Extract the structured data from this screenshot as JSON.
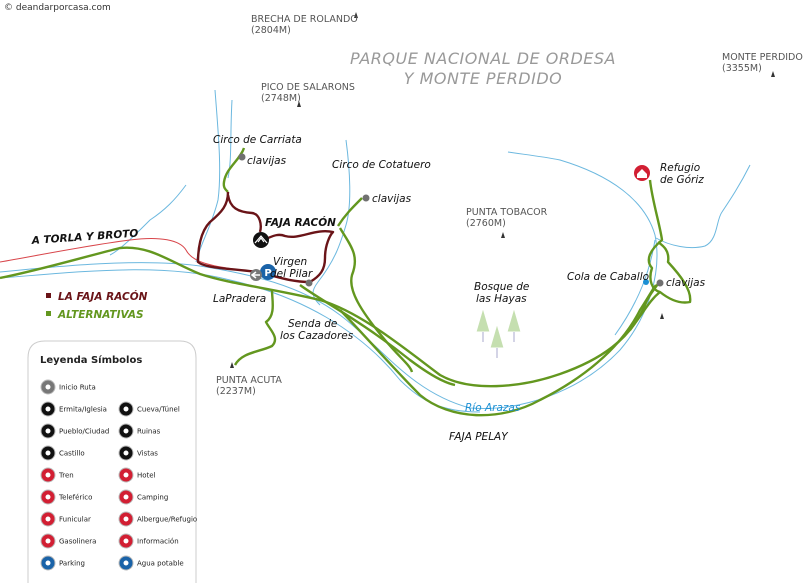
{
  "copyright": "© deandarporcasa.com",
  "park_name": [
    "PARQUE NACIONAL DE ORDESA",
    "Y MONTE PERDIDO"
  ],
  "peaks": {
    "brecha": {
      "name": "BRECHA DE ROLANDO",
      "alt": "(2804M)"
    },
    "salarons": {
      "name": "PICO DE SALARONS",
      "alt": "(2748M)"
    },
    "perdido": {
      "name": "MONTE PERDIDO",
      "alt": "(3355M)"
    },
    "tobacor": {
      "name": "PUNTA TOBACOR",
      "alt": "(2760M)"
    },
    "acuta": {
      "name": "PUNTA ACUTA",
      "alt": "(2237M)"
    }
  },
  "places": {
    "carriata": "Circo de Carriata",
    "cotatuero": "Circo de Cotatuero",
    "clavijas": "clavijas",
    "faja_racon": "FAJA RACÓN",
    "virgen": [
      "Virgen",
      "del Pilar"
    ],
    "pradera": "LaPradera",
    "senda": [
      "Senda de",
      "los Cazadores"
    ],
    "torla": "A TORLA Y BROTO",
    "bosque": [
      "Bosque de",
      "las Hayas"
    ],
    "cola": "Cola de Caballo",
    "refugio": [
      "Refugio",
      "de Góriz"
    ],
    "rio": "Río Arazas",
    "faja_pelay": "FAJA PELAY"
  },
  "routes_legend": [
    {
      "label": "LA FAJA RACÓN",
      "color": "#6a1418"
    },
    {
      "label": "ALTERNATIVAS",
      "color": "#63971f"
    }
  ],
  "legend": {
    "title": "Leyenda Símbolos",
    "left": [
      {
        "label": "Inicio Ruta",
        "icon": "arrow-icon",
        "color": "#777777"
      },
      {
        "label": "Ermita/Iglesia",
        "icon": "church-icon",
        "color": "#111111"
      },
      {
        "label": "Pueblo/Ciudad",
        "icon": "town-icon",
        "color": "#111111"
      },
      {
        "label": "Castillo",
        "icon": "castle-icon",
        "color": "#111111"
      },
      {
        "label": "Tren",
        "icon": "train-icon",
        "color": "#d21f33"
      },
      {
        "label": "Teleférico",
        "icon": "cable-car-icon",
        "color": "#d21f33"
      },
      {
        "label": "Funicular",
        "icon": "funicular-icon",
        "color": "#d21f33"
      },
      {
        "label": "Gasolinera",
        "icon": "gas-station-icon",
        "color": "#d21f33"
      },
      {
        "label": "Parking",
        "icon": "parking-icon",
        "color": "#1a63a8"
      }
    ],
    "right": [
      {
        "label": "Cueva/Túnel",
        "icon": "cave-icon",
        "color": "#111111"
      },
      {
        "label": "Ruinas",
        "icon": "ruins-icon",
        "color": "#111111"
      },
      {
        "label": "Vistas",
        "icon": "viewpoint-icon",
        "color": "#111111"
      },
      {
        "label": "Hotel",
        "icon": "hotel-icon",
        "color": "#d21f33"
      },
      {
        "label": "Camping",
        "icon": "camping-icon",
        "color": "#d21f33"
      },
      {
        "label": "Albergue/Refugio",
        "icon": "refuge-icon",
        "color": "#d21f33"
      },
      {
        "label": "Información",
        "icon": "info-icon",
        "color": "#d21f33"
      },
      {
        "label": "Agua potable",
        "icon": "water-icon",
        "color": "#1a63a8"
      }
    ]
  }
}
